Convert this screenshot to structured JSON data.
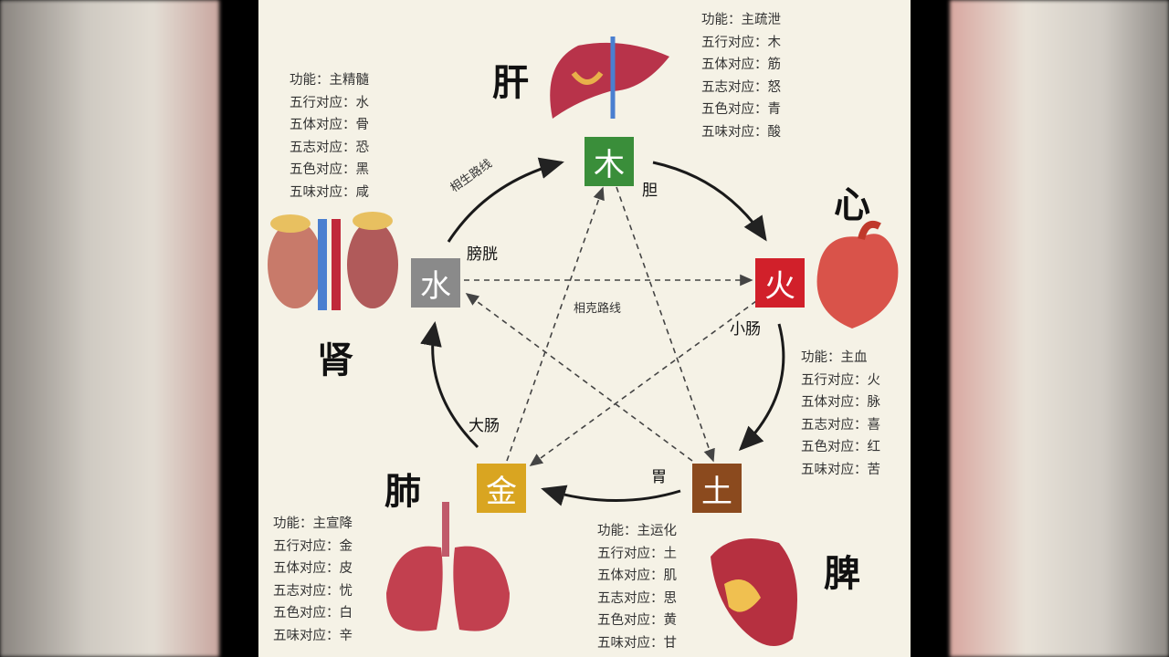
{
  "elements": {
    "wood": {
      "char": "木",
      "color": "#3a8e3a",
      "organ": "肝",
      "fu": "胆",
      "info": [
        "功能：主疏泄",
        "五行对应：木",
        "五体对应：筋",
        "五志对应：怒",
        "五色对应：青",
        "五味对应：酸"
      ]
    },
    "fire": {
      "char": "火",
      "color": "#d1202a",
      "organ": "心",
      "fu": "小肠",
      "info": [
        "功能：主血",
        "五行对应：火",
        "五体对应：脉",
        "五志对应：喜",
        "五色对应：红",
        "五味对应：苦"
      ]
    },
    "earth": {
      "char": "土",
      "color": "#8b4a1e",
      "organ": "脾",
      "fu": "胃",
      "info": [
        "功能：主运化",
        "五行对应：土",
        "五体对应：肌",
        "五志对应：思",
        "五色对应：黄",
        "五味对应：甘"
      ]
    },
    "metal": {
      "char": "金",
      "color": "#d9a521",
      "organ": "肺",
      "fu": "大肠",
      "info": [
        "功能：主宣降",
        "五行对应：金",
        "五体对应：皮",
        "五志对应：忧",
        "五色对应：白",
        "五味对应：辛"
      ]
    },
    "water": {
      "char": "水",
      "color": "#8a8a8a",
      "organ": "肾",
      "fu": "膀胱",
      "info": [
        "功能：主精髓",
        "五行对应：水",
        "五体对应：骨",
        "五志对应：恐",
        "五色对应：黑",
        "五味对应：咸"
      ]
    }
  },
  "routes": {
    "generating": "相生路线",
    "restraining": "相克路线"
  }
}
